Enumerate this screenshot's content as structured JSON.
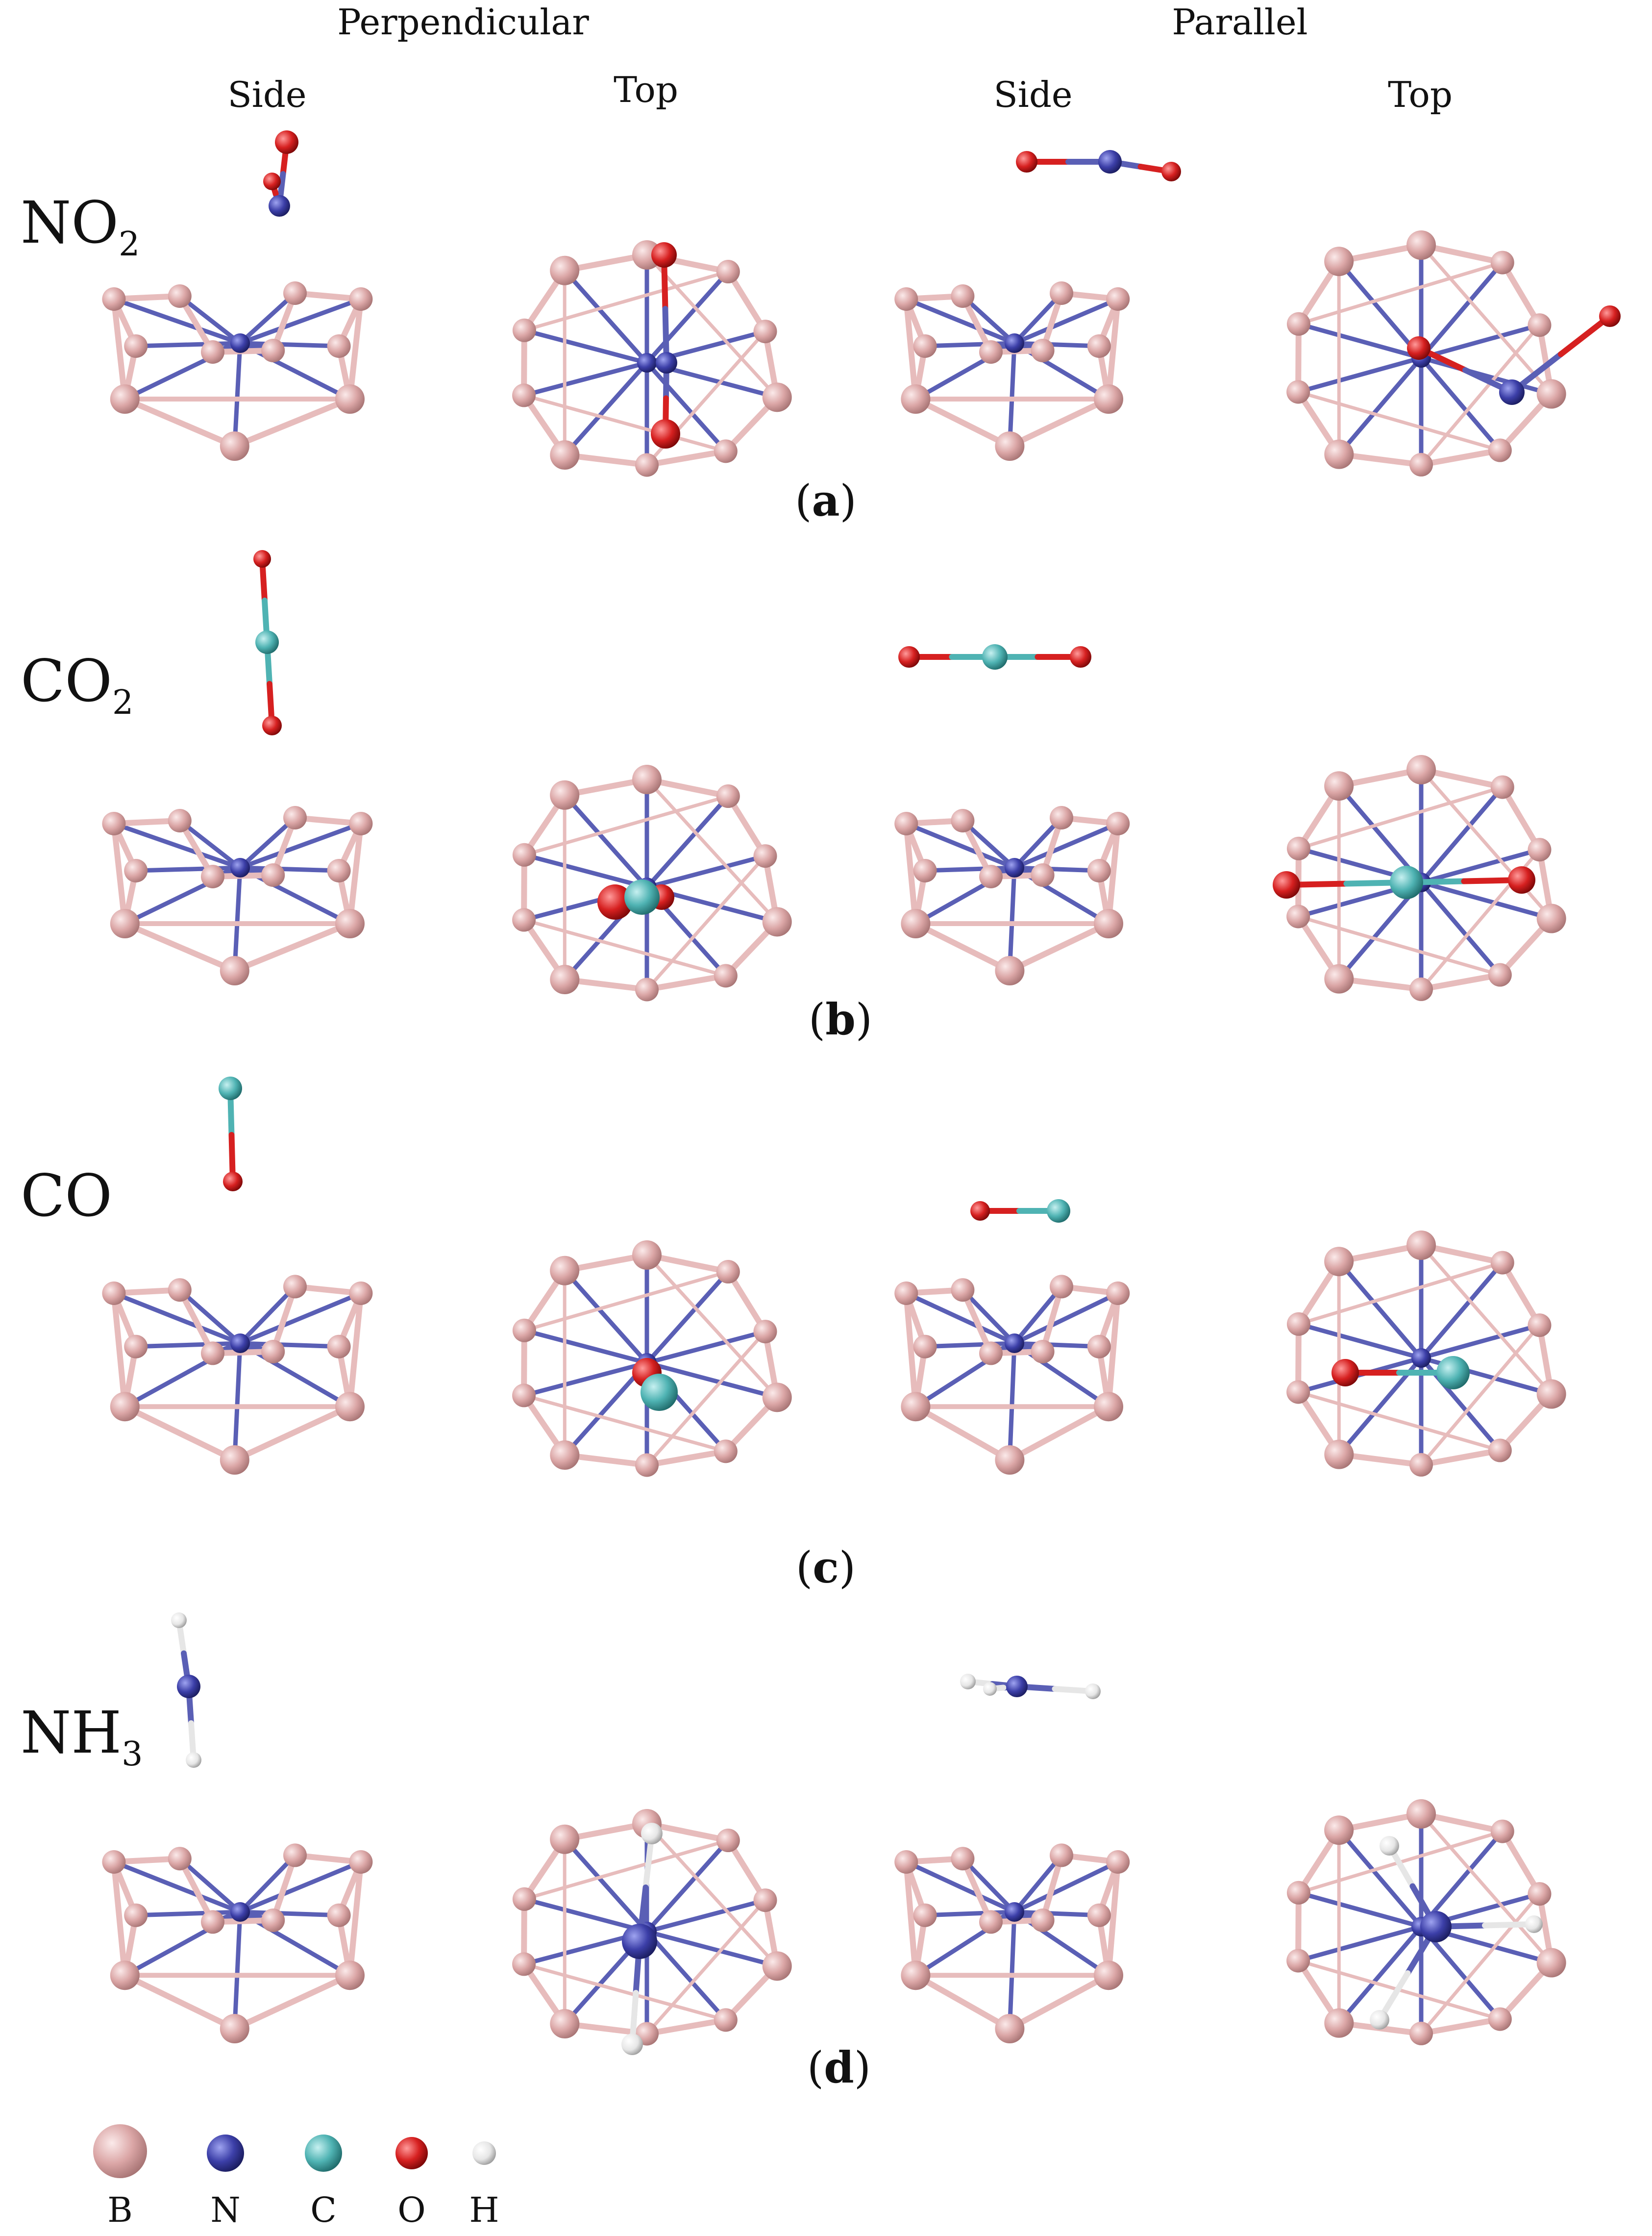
{
  "headers": {
    "perpendicular": "Perpendicular",
    "parallel": "Parallel",
    "views": [
      "Side",
      "Top",
      "Side",
      "Top"
    ]
  },
  "rows": [
    {
      "molecule": "NO",
      "subscript": "2",
      "label_open": "(",
      "label_letter": "a",
      "label_close": ")"
    },
    {
      "molecule": "CO",
      "subscript": "2",
      "label_open": "(",
      "label_letter": "b",
      "label_close": ")"
    },
    {
      "molecule": "CO",
      "subscript": "",
      "label_open": "(",
      "label_letter": "c",
      "label_close": ")"
    },
    {
      "molecule": "NH",
      "subscript": "3",
      "label_open": "(",
      "label_letter": "d",
      "label_close": ")"
    }
  ],
  "legend": [
    {
      "symbol": "B",
      "color": "#d9a3a3",
      "icon": "boron-atom-icon"
    },
    {
      "symbol": "N",
      "color": "#3c3fa8",
      "icon": "nitrogen-atom-icon"
    },
    {
      "symbol": "C",
      "color": "#4fb3b3",
      "icon": "carbon-atom-icon"
    },
    {
      "symbol": "O",
      "color": "#d62020",
      "icon": "oxygen-atom-icon"
    },
    {
      "symbol": "H",
      "color": "#e6e6e6",
      "icon": "hydrogen-atom-icon"
    }
  ],
  "colors": {
    "boron": "#d9a3a3",
    "boron_bond": "#e7bcbc",
    "nitrogen": "#3c3fa8",
    "carbon": "#4fb3b3",
    "oxygen": "#d62020",
    "hydrogen": "#e6e6e6",
    "center_bond": "#5a5fb5"
  }
}
